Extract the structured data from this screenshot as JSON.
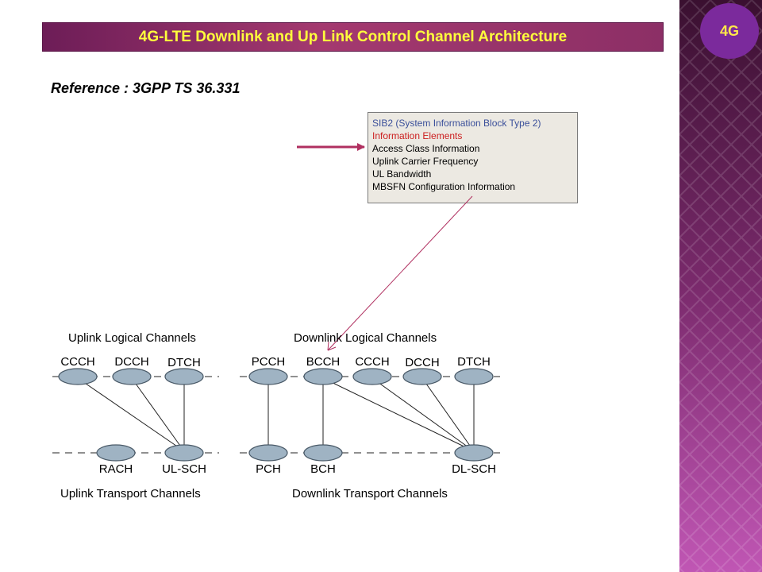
{
  "header": {
    "title": "4G-LTE Downlink and Up Link Control Channel Architecture",
    "badge": "4G"
  },
  "reference": "Reference : 3GPP TS 36.331",
  "info_box": {
    "lines": [
      {
        "text": "SIB2 (System Information Block Type 2)",
        "color": "#3a4f9a"
      },
      {
        "text": "Information Elements",
        "color": "#cc1f1f"
      },
      {
        "text": "Access Class Information",
        "color": "#000000"
      },
      {
        "text": "Uplink Carrier Frequency",
        "color": "#000000"
      },
      {
        "text": "UL Bandwidth",
        "color": "#000000"
      },
      {
        "text": "MBSFN Configuration Information",
        "color": "#000000"
      }
    ]
  },
  "diagram": {
    "uplink_logical_title": "Uplink Logical Channels",
    "downlink_logical_title": "Downlink Logical Channels",
    "uplink_transport_title": "Uplink Transport Channels",
    "downlink_transport_title": "Downlink Transport Channels",
    "uplink_logical": [
      "CCCH",
      "DCCH",
      "DTCH"
    ],
    "uplink_transport": [
      "RACH",
      "UL-SCH"
    ],
    "downlink_logical": [
      "PCCH",
      "BCCH",
      "CCCH",
      "DCCH",
      "DTCH"
    ],
    "downlink_transport": [
      "PCH",
      "BCH",
      "DL-SCH"
    ]
  },
  "colors": {
    "accent": "#a4396f",
    "title_text": "#ffff3c",
    "arrow": "#b03060",
    "channel_fill": "#9fb3c3"
  }
}
